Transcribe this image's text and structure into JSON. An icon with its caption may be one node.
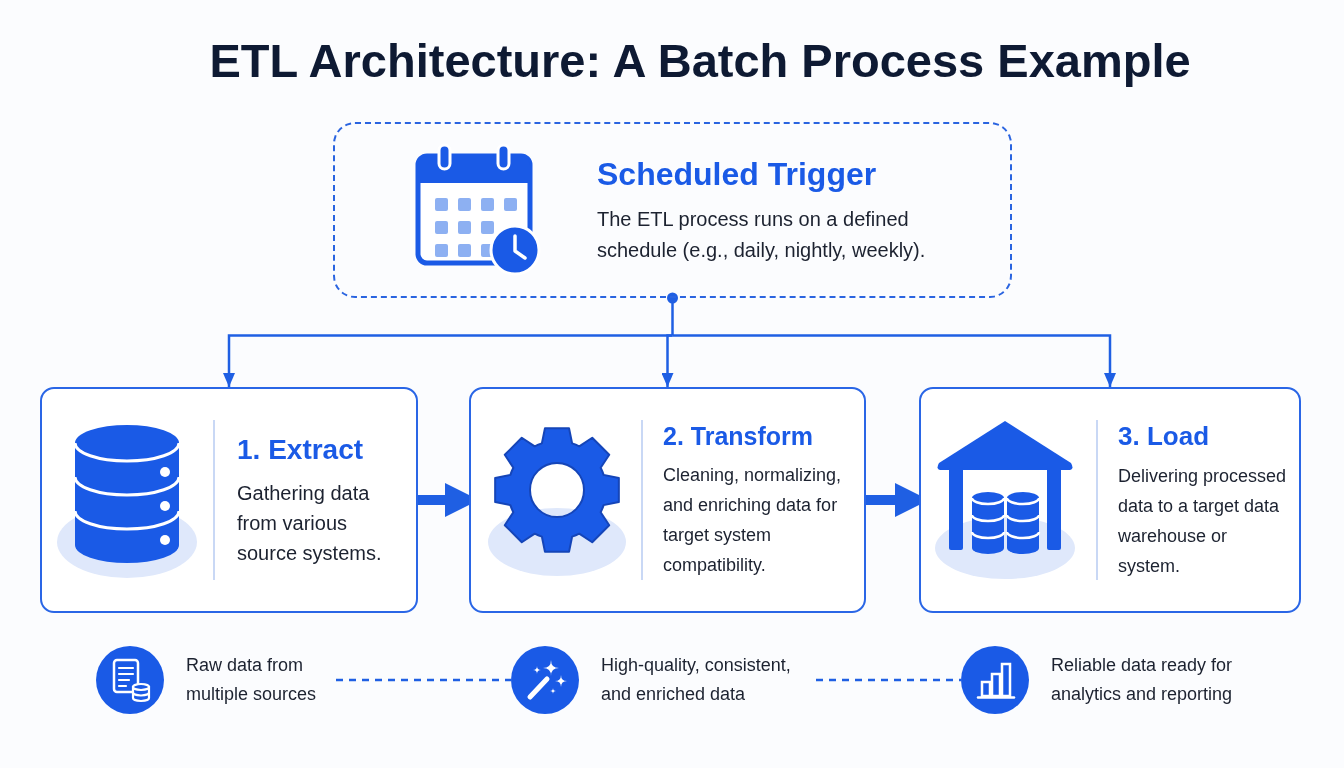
{
  "diagram": {
    "title": "ETL Architecture: A Batch Process Example",
    "nodes": [
      {
        "text": [
          "Scheduled Trigger",
          "The ETL process runs on a defined schedule (e.g., daily, nightly, weekly)."
        ]
      },
      {
        "text": [
          "1. Extract",
          "Gathering data from various source systems."
        ]
      },
      {
        "text": [
          "2. Transform",
          "Cleaning, normalizing, and enriching data for target system compatibility."
        ]
      },
      {
        "text": [
          "3. Load",
          "Delivering processed data to a target data warehouse or system."
        ]
      },
      {
        "text": [
          "Raw data from multiple sources"
        ]
      },
      {
        "text": [
          "High-quality, consistent, and enriched data"
        ]
      },
      {
        "text": [
          "Reliable data ready for analytics and reporting"
        ]
      }
    ],
    "edges": [
      {
        "from": 0,
        "to": 1,
        "arrow": "to"
      },
      {
        "from": 0,
        "to": 2,
        "arrow": "to"
      },
      {
        "from": 0,
        "to": 3,
        "arrow": "to"
      },
      {
        "from": 1,
        "to": 2,
        "arrow": "to",
        "style": "thick"
      },
      {
        "from": 2,
        "to": 3,
        "arrow": "to",
        "style": "thick"
      },
      {
        "from": 4,
        "to": 5,
        "arrow": "none",
        "style": "dashed"
      },
      {
        "from": 5,
        "to": 6,
        "arrow": "none",
        "style": "dashed"
      }
    ]
  }
}
